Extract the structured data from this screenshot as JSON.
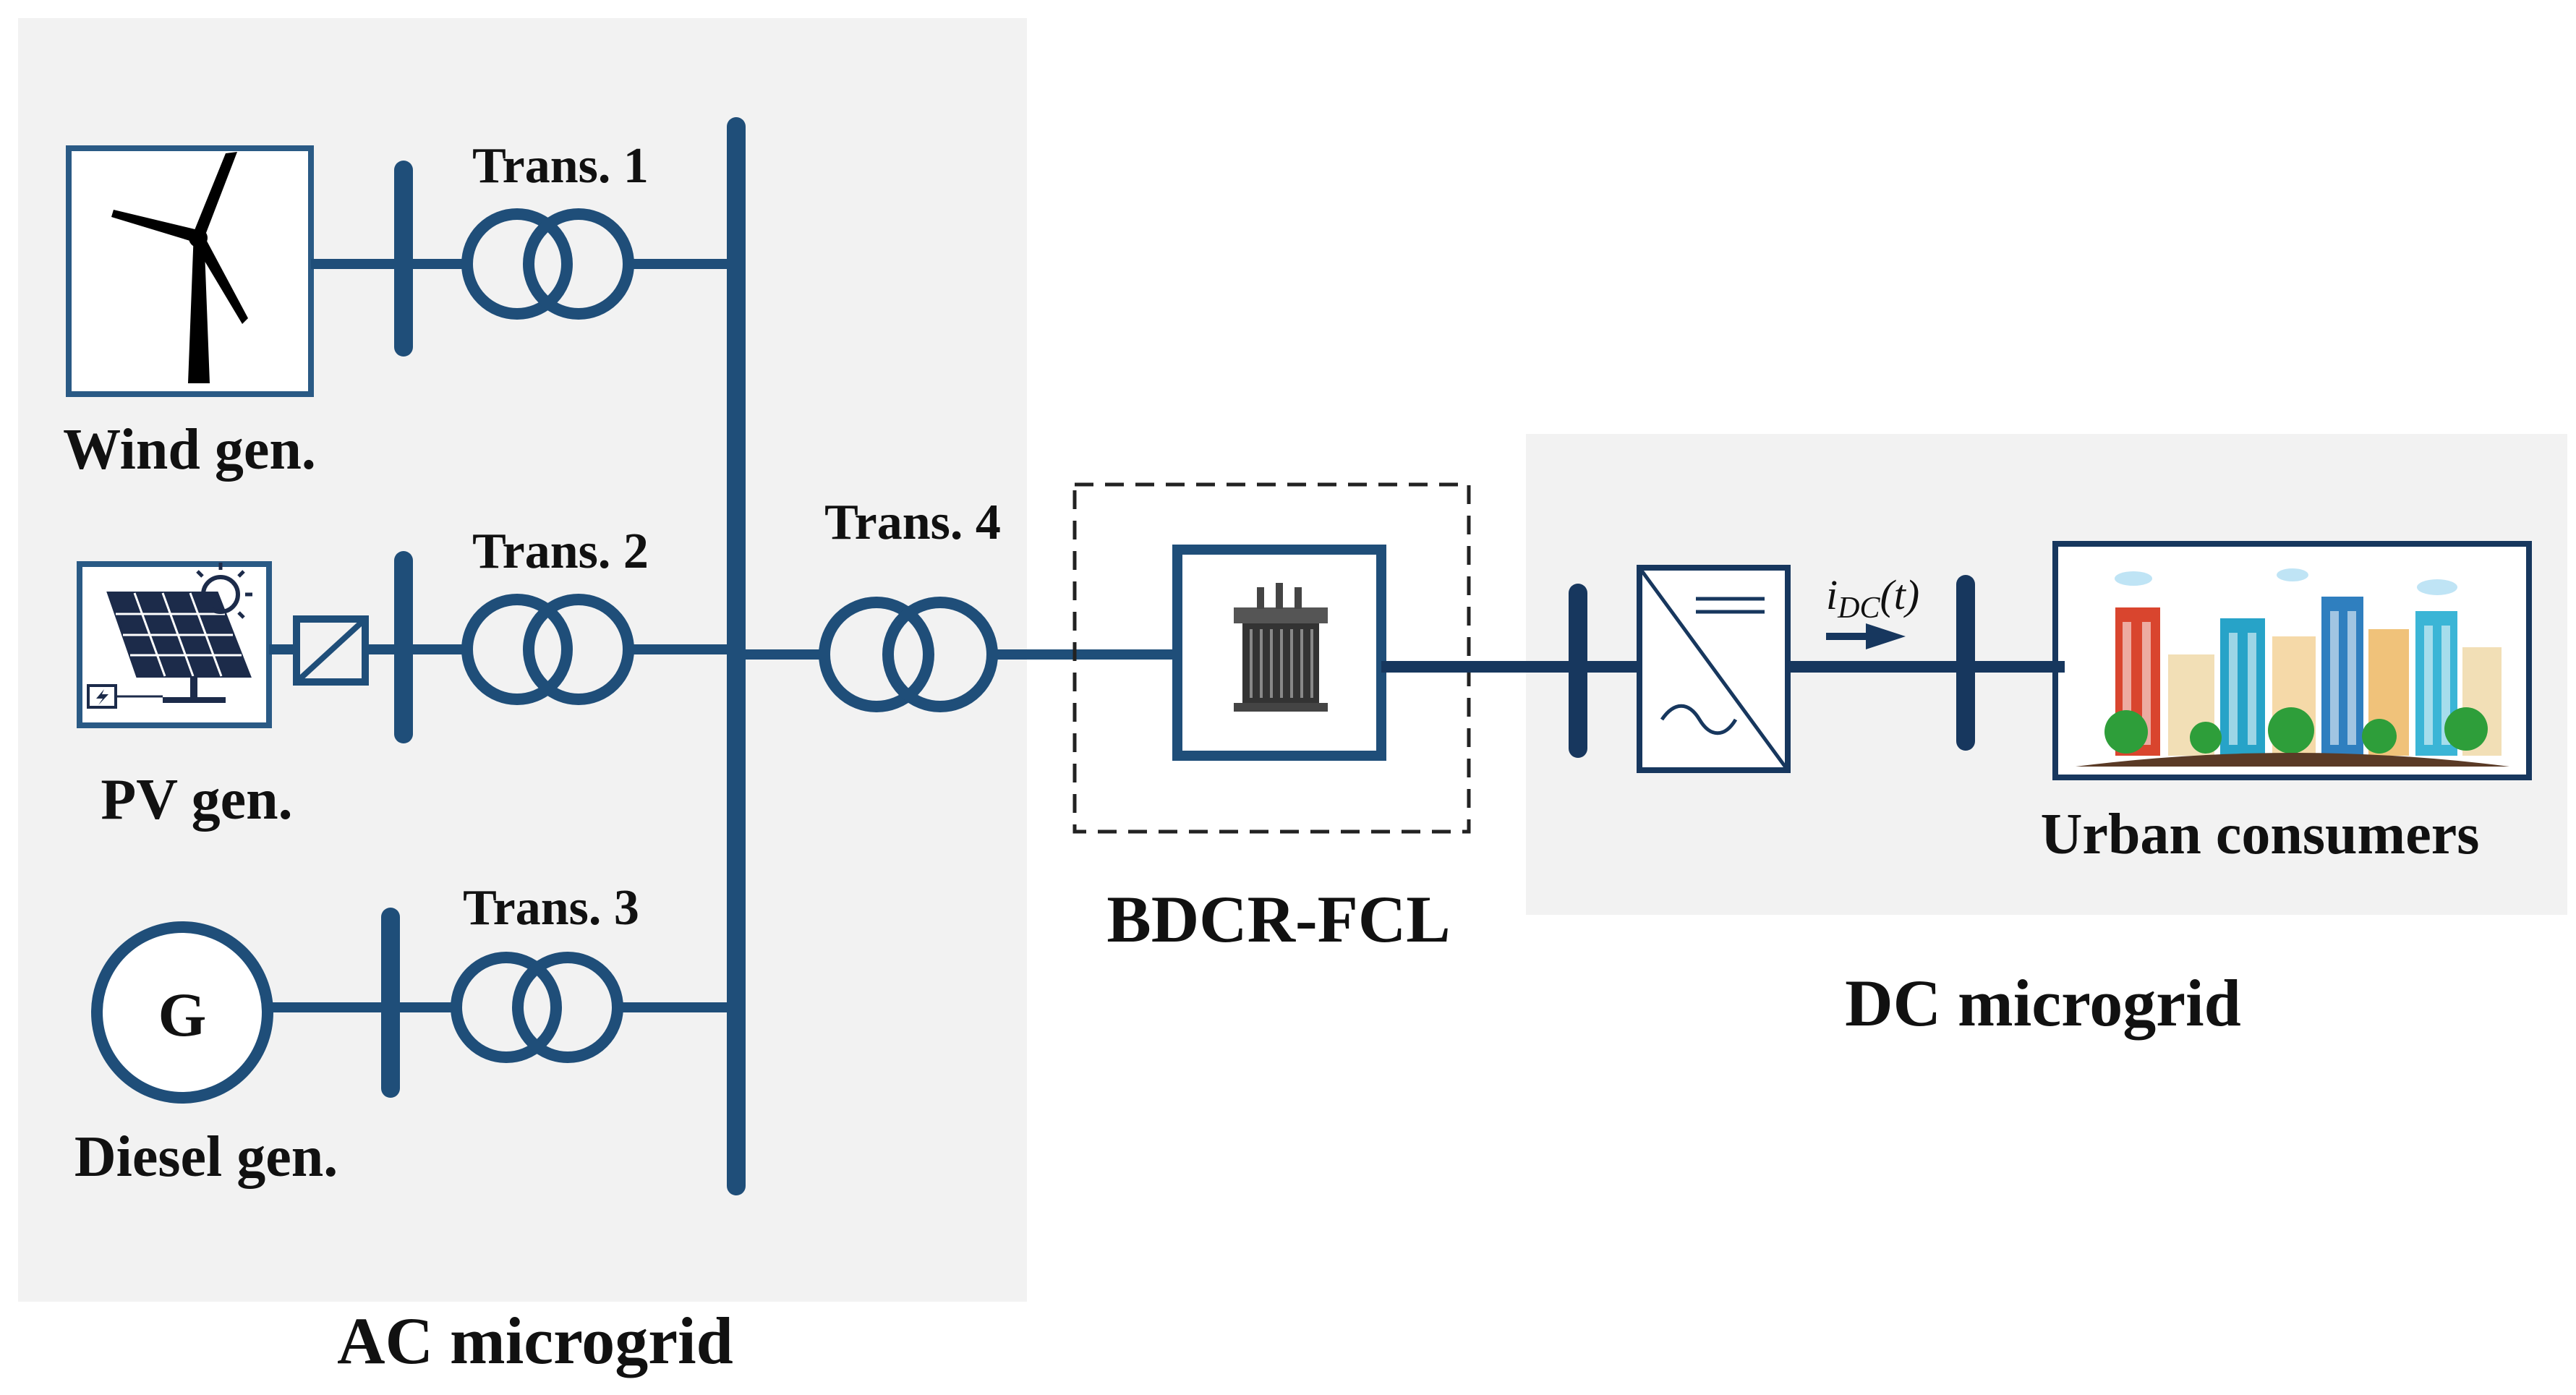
{
  "labels": {
    "wind": "Wind gen.",
    "pv": "PV gen.",
    "diesel": "Diesel gen.",
    "generator_symbol": "G",
    "trans1": "Trans. 1",
    "trans2": "Trans. 2",
    "trans3": "Trans. 3",
    "trans4": "Trans. 4",
    "fcl": "BDCR-FCL",
    "ac_region": "AC microgrid",
    "dc_region": "DC microgrid",
    "consumers": "Urban consumers",
    "current_main": "i",
    "current_sub": "DC",
    "current_arg": "(t)"
  },
  "colors": {
    "line": "#1f4e79",
    "dc_line": "#17375e",
    "region_fill": "#f2f2f2",
    "frame": "#2a5a85",
    "text": "#111111"
  }
}
